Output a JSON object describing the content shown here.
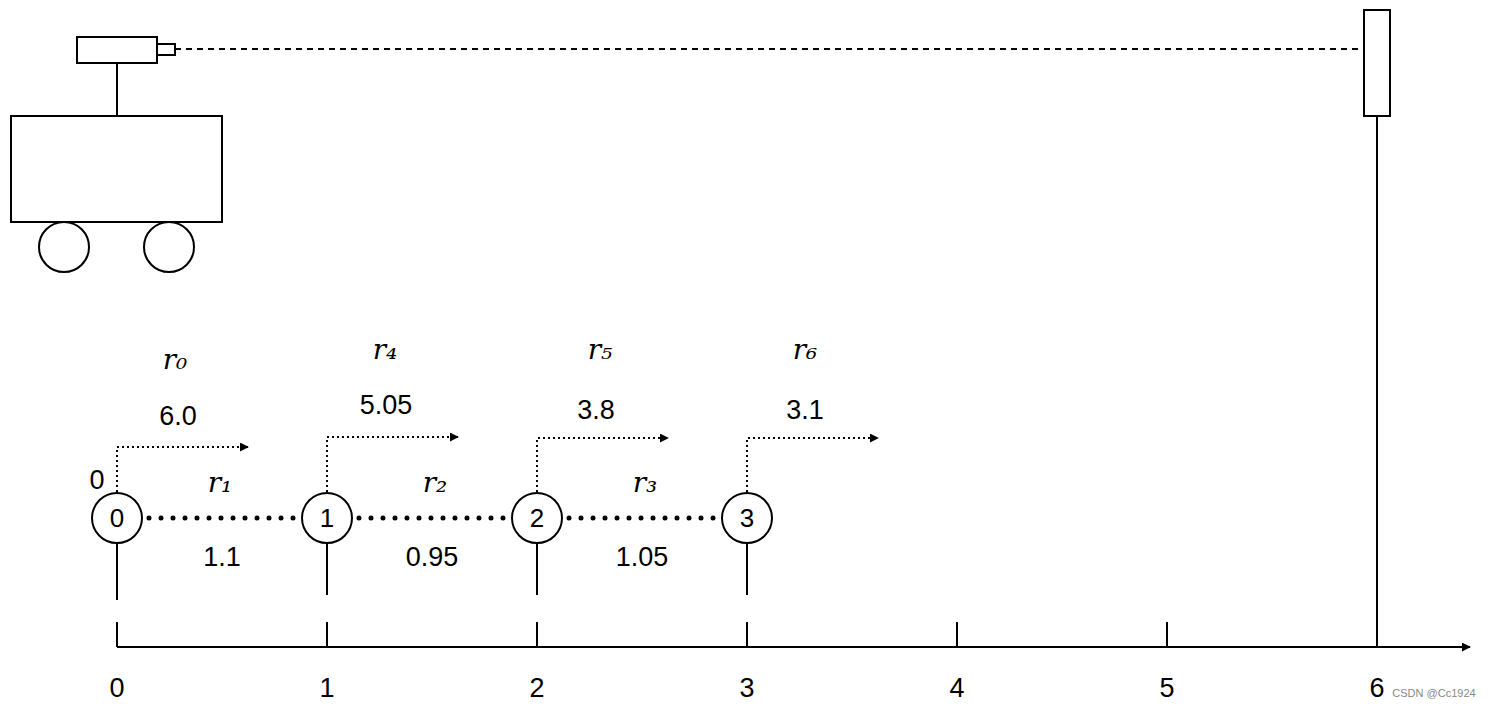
{
  "diagram": {
    "nodes": [
      {
        "text": [
          "0"
        ]
      },
      {
        "text": [
          "1"
        ]
      },
      {
        "text": [
          "2"
        ]
      },
      {
        "text": [
          "3"
        ]
      }
    ],
    "edges": [
      {
        "from": 0,
        "to": 1,
        "arrow": "none"
      },
      {
        "from": 1,
        "to": 2,
        "arrow": "none"
      },
      {
        "from": 2,
        "to": 3,
        "arrow": "none"
      }
    ],
    "labels": [
      "0",
      "r₀",
      "6.0",
      "r₄",
      "5.05",
      "r₅",
      "3.8",
      "r₆",
      "3.1",
      "r₁",
      "1.1",
      "r₂",
      "0.95",
      "r₃",
      "1.05",
      "0",
      "1",
      "2",
      "3",
      "4",
      "5",
      "6",
      "CSDN @Cc1924"
    ]
  }
}
